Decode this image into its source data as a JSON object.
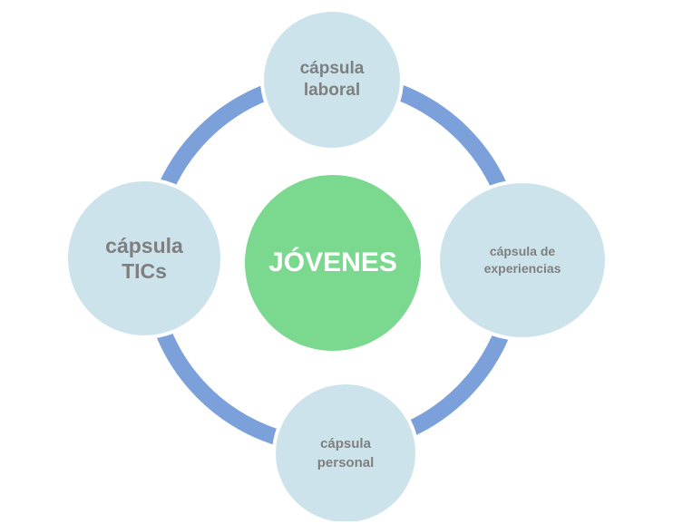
{
  "center": {
    "label": "JÓVENES"
  },
  "nodes": {
    "top": {
      "line1": "cápsula",
      "line2": "laboral"
    },
    "right": {
      "line1": "cápsula de",
      "line2": "experiencias"
    },
    "bottom": {
      "line1": "cápsula",
      "line2": "personal"
    },
    "left": {
      "line1": "cápsula",
      "line2": "TICs"
    }
  },
  "colors": {
    "ring": "#7ba0da",
    "node": "#cce3ec",
    "center": "#7bd98f",
    "text": "#7f7f7f"
  }
}
